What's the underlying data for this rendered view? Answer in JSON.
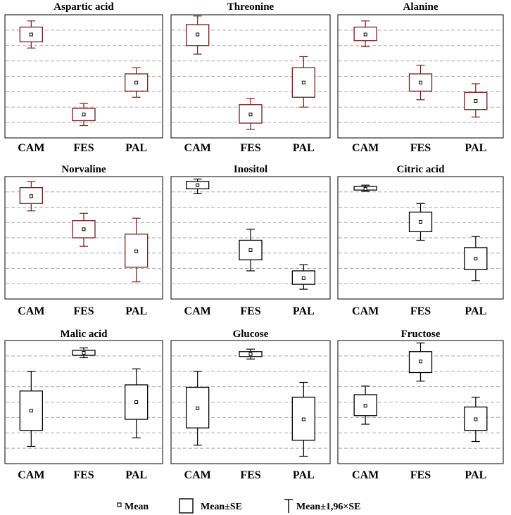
{
  "legend": {
    "mean": "Mean",
    "se": "Mean±SE",
    "ci": "Mean±1,96×SE"
  },
  "colors": {
    "maroon": "#7a1c1c",
    "black": "#000000",
    "grid": "#aaaaaa",
    "background": "#ffffff"
  },
  "chart_data": [
    {
      "type": "box",
      "title": "Aspartic acid",
      "color": "maroon",
      "categories": [
        "CAM",
        "FES",
        "PAL"
      ],
      "y_unit": "relative (0–100)",
      "series": [
        {
          "name": "Mean",
          "values": [
            84,
            19,
            45
          ]
        },
        {
          "name": "Mean±SE",
          "ranges": [
            [
              78,
              90
            ],
            [
              14,
              24
            ],
            [
              38,
              52
            ]
          ]
        },
        {
          "name": "Mean±1,96×SE",
          "ranges": [
            [
              73,
              95
            ],
            [
              10,
              28
            ],
            [
              33,
              57
            ]
          ]
        }
      ]
    },
    {
      "type": "box",
      "title": "Threonine",
      "color": "maroon",
      "categories": [
        "CAM",
        "FES",
        "PAL"
      ],
      "y_unit": "relative (0–100)",
      "series": [
        {
          "name": "Mean",
          "values": [
            84,
            19,
            45
          ]
        },
        {
          "name": "Mean±SE",
          "ranges": [
            [
              75,
              92
            ],
            [
              12,
              27
            ],
            [
              33,
              57
            ]
          ]
        },
        {
          "name": "Mean±1,96×SE",
          "ranges": [
            [
              68,
              99
            ],
            [
              7,
              32
            ],
            [
              25,
              66
            ]
          ]
        }
      ]
    },
    {
      "type": "box",
      "title": "Alanine",
      "color": "maroon",
      "categories": [
        "CAM",
        "FES",
        "PAL"
      ],
      "y_unit": "relative (0–100)",
      "series": [
        {
          "name": "Mean",
          "values": [
            84,
            45,
            30
          ]
        },
        {
          "name": "Mean±SE",
          "ranges": [
            [
              79,
              90
            ],
            [
              38,
              52
            ],
            [
              23,
              37
            ]
          ]
        },
        {
          "name": "Mean±1,96×SE",
          "ranges": [
            [
              74,
              95
            ],
            [
              31,
              59
            ],
            [
              17,
              44
            ]
          ]
        }
      ]
    },
    {
      "type": "box",
      "title": "Norvaline",
      "color": "maroon",
      "categories": [
        "CAM",
        "FES",
        "PAL"
      ],
      "y_unit": "relative (0–100)",
      "series": [
        {
          "name": "Mean",
          "values": [
            84,
            57,
            39
          ]
        },
        {
          "name": "Mean±SE",
          "ranges": [
            [
              78,
              91
            ],
            [
              50,
              64
            ],
            [
              26,
              53
            ]
          ]
        },
        {
          "name": "Mean±1,96×SE",
          "ranges": [
            [
              72,
              96
            ],
            [
              43,
              70
            ],
            [
              14,
              66
            ]
          ]
        }
      ]
    },
    {
      "type": "box",
      "title": "Inositol",
      "color": "black",
      "categories": [
        "CAM",
        "FES",
        "PAL"
      ],
      "y_unit": "relative (0–100)",
      "series": [
        {
          "name": "Mean",
          "values": [
            93,
            40,
            17
          ]
        },
        {
          "name": "Mean±SE",
          "ranges": [
            [
              90,
              96
            ],
            [
              32,
              48
            ],
            [
              12,
              23
            ]
          ]
        },
        {
          "name": "Mean±1,96×SE",
          "ranges": [
            [
              86,
              98
            ],
            [
              23,
              57
            ],
            [
              8,
              28
            ]
          ]
        }
      ]
    },
    {
      "type": "box",
      "title": "Citric acid",
      "color": "black",
      "categories": [
        "CAM",
        "FES",
        "PAL"
      ],
      "y_unit": "relative (0–100)",
      "series": [
        {
          "name": "Mean",
          "values": [
            90,
            63,
            33
          ]
        },
        {
          "name": "Mean±SE",
          "ranges": [
            [
              89,
              92
            ],
            [
              55,
              71
            ],
            [
              24,
              42
            ]
          ]
        },
        {
          "name": "Mean±1,96×SE",
          "ranges": [
            [
              88,
              93
            ],
            [
              48,
              78
            ],
            [
              15,
              51
            ]
          ]
        }
      ]
    },
    {
      "type": "box",
      "title": "Malic acid",
      "color": "black",
      "categories": [
        "CAM",
        "FES",
        "PAL"
      ],
      "y_unit": "relative (0–100)",
      "series": [
        {
          "name": "Mean",
          "values": [
            43,
            90,
            50
          ]
        },
        {
          "name": "Mean±SE",
          "ranges": [
            [
              27,
              59
            ],
            [
              88,
              92
            ],
            [
              36,
              64
            ]
          ]
        },
        {
          "name": "Mean±1,96×SE",
          "ranges": [
            [
              14,
              75
            ],
            [
              86,
              94
            ],
            [
              21,
              77
            ]
          ]
        }
      ]
    },
    {
      "type": "box",
      "title": "Glucose",
      "color": "black",
      "categories": [
        "CAM",
        "FES",
        "PAL"
      ],
      "y_unit": "relative (0–100)",
      "series": [
        {
          "name": "Mean",
          "values": [
            45,
            89,
            36
          ]
        },
        {
          "name": "Mean±SE",
          "ranges": [
            [
              29,
              62
            ],
            [
              87,
              91
            ],
            [
              19,
              54
            ]
          ]
        },
        {
          "name": "Mean±1,96×SE",
          "ranges": [
            [
              15,
              75
            ],
            [
              85,
              93
            ],
            [
              6,
              66
            ]
          ]
        }
      ]
    },
    {
      "type": "box",
      "title": "Fructose",
      "color": "black",
      "categories": [
        "CAM",
        "FES",
        "PAL"
      ],
      "y_unit": "relative (0–100)",
      "series": [
        {
          "name": "Mean",
          "values": [
            47,
            83,
            36
          ]
        },
        {
          "name": "Mean±SE",
          "ranges": [
            [
              39,
              56
            ],
            [
              74,
              91
            ],
            [
              27,
              46
            ]
          ]
        },
        {
          "name": "Mean±1,96×SE",
          "ranges": [
            [
              32,
              63
            ],
            [
              67,
              98
            ],
            [
              18,
              54
            ]
          ]
        }
      ]
    }
  ]
}
